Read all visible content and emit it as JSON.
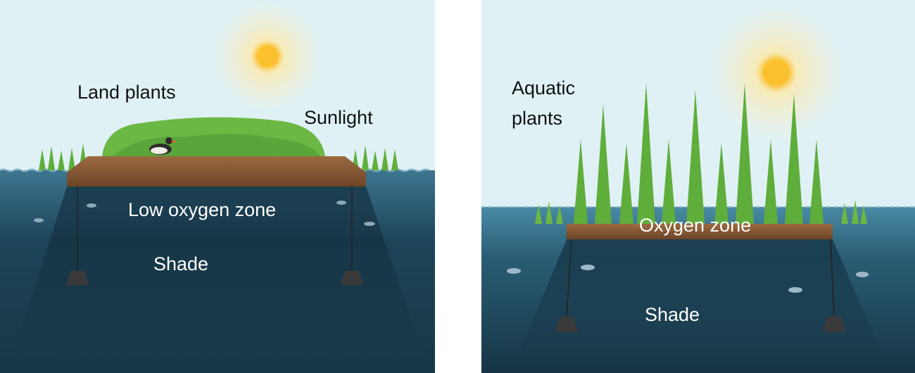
{
  "left_panel": {
    "labels": {
      "land_plants": "Land plants",
      "sunlight": "Sunlight",
      "low_oxygen_zone": "Low oxygen zone",
      "shade": "Shade"
    }
  },
  "right_panel": {
    "labels": {
      "aquatic_plants_line1": "Aquatic",
      "aquatic_plants_line2": "plants",
      "oxygen_zone": "Oxygen zone",
      "shade": "Shade"
    }
  },
  "colors": {
    "sky": "#e0f1f5",
    "water_top": "#3f7c95",
    "water_deep": "#15303f",
    "raft": "#8a5a34",
    "grass": "#5fae3c",
    "sun": "#fbc02d"
  }
}
